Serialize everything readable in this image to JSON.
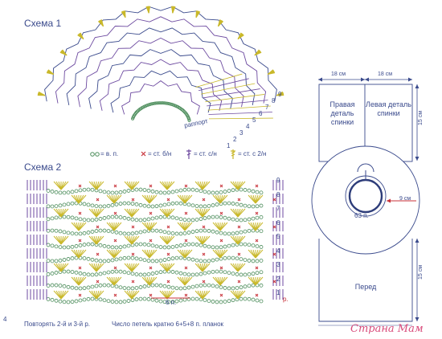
{
  "scheme1": {
    "title": "Схема 1",
    "repeat_label": "раппорт",
    "row_numbers": [
      "9",
      "8",
      "7",
      "6",
      "5",
      "4",
      "3",
      "2",
      "1"
    ]
  },
  "legend": {
    "chain": "= в. п.",
    "sc": "= ст. б/н",
    "dc": "= ст. с/н",
    "tr": "= ст. с 2/н"
  },
  "scheme2": {
    "title": "Схема 2",
    "row_numbers": [
      "9",
      "8",
      "7",
      "6",
      "5",
      "4",
      "3",
      "2",
      "1"
    ],
    "repeat_label": "6 п.",
    "marker": "р.",
    "repeat_note": "Повторять 2-й и 3-й р.",
    "count_note": "Число петель кратно 6+5+8 п. планок"
  },
  "page_number": "4",
  "pattern": {
    "top_left": "18 см",
    "top_right": "18 см",
    "right_back": "Правая деталь спинки",
    "left_back": "Левая деталь спинки",
    "side_top": "15 см",
    "side_bottom": "15 см",
    "neck_width": "9 см",
    "neck_count": "63 п.",
    "front": "Перед"
  },
  "watermark": "Страна Мам",
  "colors": {
    "blue": "#3a4a8c",
    "yellow": "#c9b82a",
    "green": "#4f8f5e",
    "purple": "#6d4aa0",
    "red": "#c8323a"
  }
}
